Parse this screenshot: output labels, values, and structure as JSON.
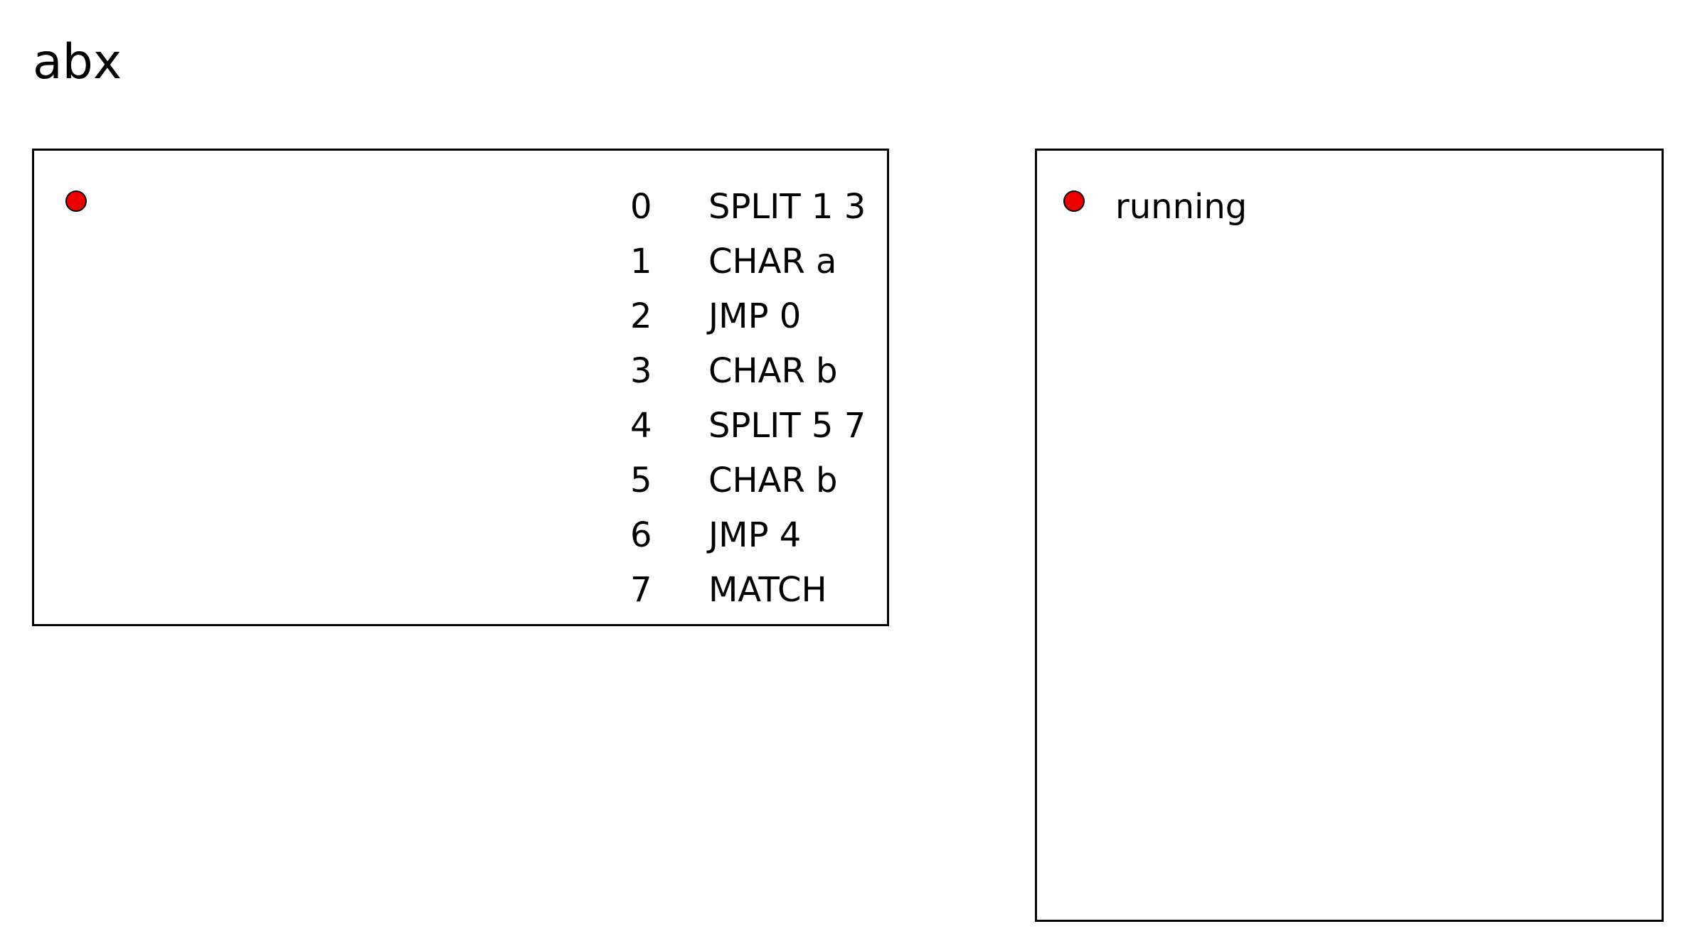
{
  "input": {
    "text": "abx"
  },
  "program": {
    "active_thread_color": "#ee0000",
    "instructions": [
      {
        "index": "0",
        "op": "SPLIT 1 3"
      },
      {
        "index": "1",
        "op": "CHAR a"
      },
      {
        "index": "2",
        "op": "JMP 0"
      },
      {
        "index": "3",
        "op": "CHAR b"
      },
      {
        "index": "4",
        "op": "SPLIT 5 7"
      },
      {
        "index": "5",
        "op": "CHAR b"
      },
      {
        "index": "6",
        "op": "JMP 4"
      },
      {
        "index": "7",
        "op": "MATCH"
      }
    ]
  },
  "threads": {
    "items": [
      {
        "status": "running",
        "color": "#ee0000"
      }
    ]
  }
}
